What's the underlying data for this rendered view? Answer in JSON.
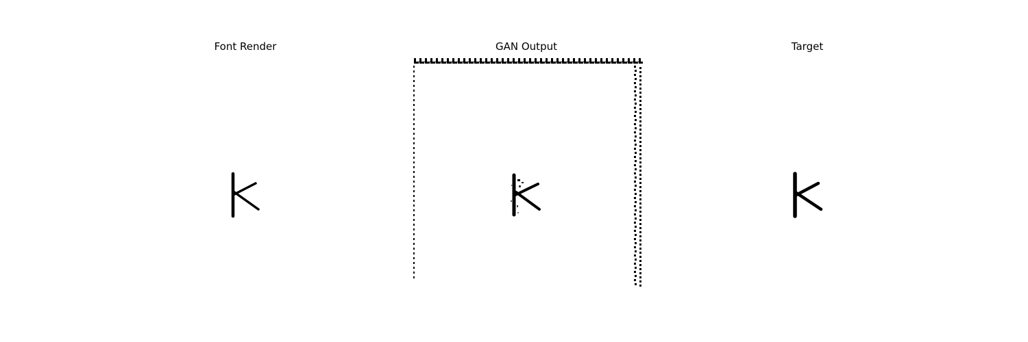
{
  "panels": [
    {
      "title": "Font Render",
      "glyph": "k-glyph"
    },
    {
      "title": "GAN Output",
      "glyph": "k-glyph-noisy"
    },
    {
      "title": "Target",
      "glyph": "k-glyph"
    }
  ],
  "colors": {
    "background": "#ffffff",
    "ink": "#000000"
  }
}
